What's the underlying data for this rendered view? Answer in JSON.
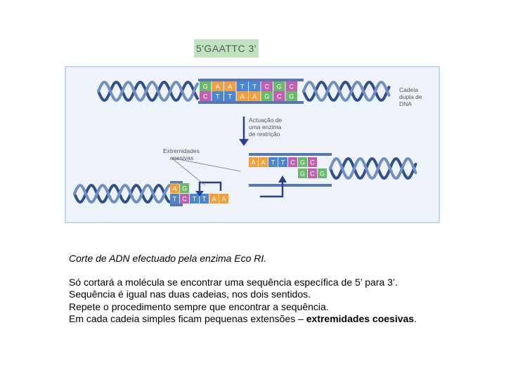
{
  "sequence_label": "5'GAATTC 3'",
  "figure": {
    "label_dna": [
      "Cadeia",
      "dupla de",
      "DNA"
    ],
    "label_enzyme": [
      "Actuação de",
      "uma enzima",
      "de restrição"
    ],
    "label_ends": [
      "Extremidades",
      "coesivas"
    ],
    "top_strand": [
      "G",
      "A",
      "A",
      "T",
      "T",
      "C",
      "G",
      "C"
    ],
    "bottom_strand": [
      "C",
      "T",
      "T",
      "A",
      "A",
      "G",
      "C",
      "G"
    ],
    "left_fragment_top": [
      "A",
      "G"
    ],
    "left_fragment_bottom": [
      "T",
      "C",
      "T",
      "T",
      "A",
      "A"
    ],
    "right_fragment_top": [
      "A",
      "A",
      "T",
      "T",
      "C",
      "G",
      "C"
    ],
    "right_fragment_bottom": [
      "G",
      "C",
      "G"
    ],
    "base_colors": {
      "A": "#f0a040",
      "T": "#4a86d4",
      "G": "#6cb86c",
      "C": "#c060b0"
    }
  },
  "caption": {
    "title": "Corte de ADN efectuado pela enzima Eco RI.",
    "line1": "Só cortará a molécula se encontrar uma sequência específica de 5’ para 3’.",
    "line2": "Sequência é igual nas duas cadeias, nos dois sentidos.",
    "line3": "Repete o procedimento sempre que encontrar a sequência.",
    "line4_prefix": "Em cada cadeia simples ficam pequenas extensões – ",
    "line4_bold": "extremidades coesivas",
    "line4_suffix": "."
  }
}
